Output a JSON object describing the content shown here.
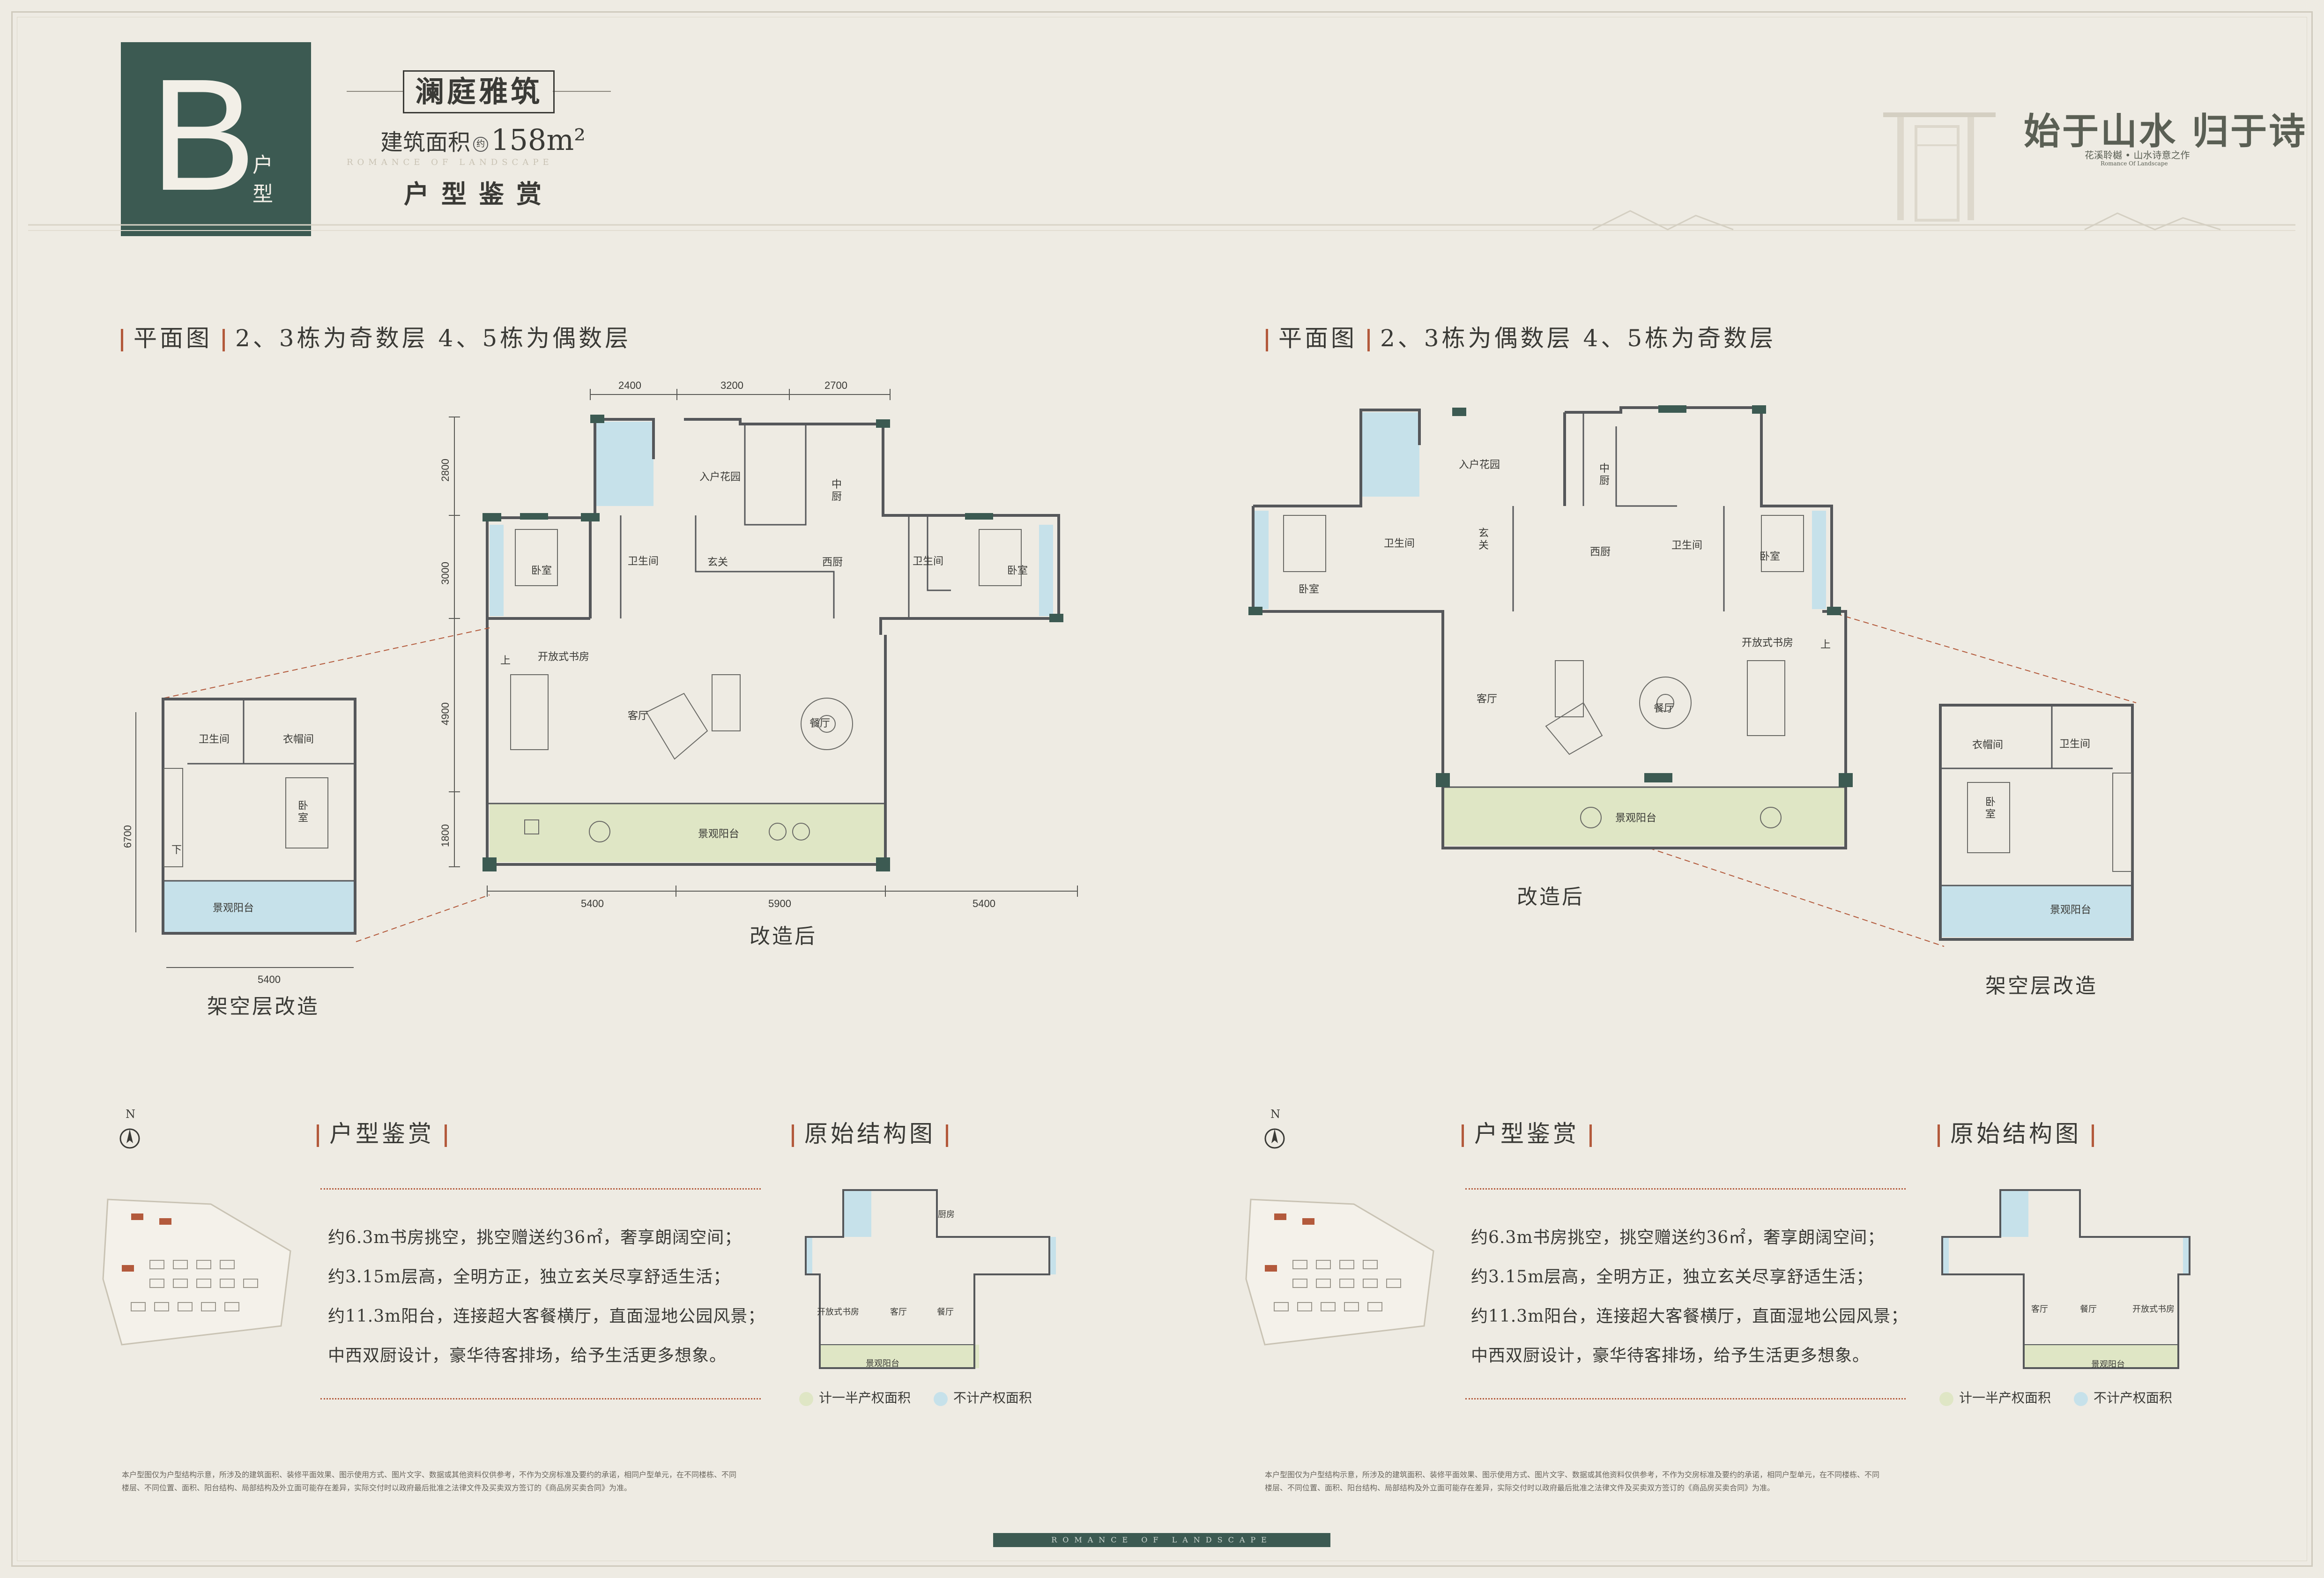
{
  "header": {
    "badge_letter": "B",
    "badge_sub": "户型",
    "title": "澜庭雅筑",
    "area_label": "建筑面积",
    "area_circle": "约",
    "area_value": "158m²",
    "en_sub": "ROMANCE OF LANDSCAPE",
    "subtitle": "户型鉴赏"
  },
  "brand": {
    "name": "始于山水 归于诗",
    "sub": "花溪聆樾 • 山水诗意之作",
    "en": "Romance Of Landscape"
  },
  "left": {
    "plan_heading_a": "平面图",
    "plan_heading_b": "2、3栋为奇数层  4、5栋为偶数层",
    "dims_top": [
      "2400",
      "3200",
      "2700"
    ],
    "dims_left": [
      "2800",
      "3000",
      "4900",
      "1800"
    ],
    "dims_bottom": [
      "5400",
      "5900",
      "5400"
    ],
    "dim_side_v": "6700",
    "dim_side_h": "5400",
    "rooms": {
      "garden": "入户花园",
      "kitchen_cn": "中厨",
      "bed1": "卧室",
      "bath1": "卫生间",
      "foyer": "玄关",
      "west_kitchen": "西厨",
      "bath2": "卫生间",
      "bed2": "卧室",
      "up": "上",
      "study": "开放式书房",
      "living": "客厅",
      "dining": "餐厅",
      "balcony": "景观阳台"
    },
    "side_rooms": {
      "bath": "卫生间",
      "closet": "衣帽间",
      "bed": "卧室",
      "down": "下",
      "balcony": "景观阳台"
    },
    "caption_main": "改造后",
    "caption_side": "架空层改造"
  },
  "right": {
    "plan_heading_a": "平面图",
    "plan_heading_b": "2、3栋为偶数层  4、5栋为奇数层",
    "rooms": {
      "garden": "入户花园",
      "kitchen_cn": "中厨",
      "bed1": "卧室",
      "bath1": "卫生间",
      "foyer": "玄关",
      "west_kitchen": "西厨",
      "bath2": "卫生间",
      "bed2": "卧室",
      "up": "上",
      "study": "开放式书房",
      "living": "客厅",
      "dining": "餐厅",
      "balcony": "景观阳台"
    },
    "side_rooms": {
      "bath": "卫生间",
      "closet": "衣帽间",
      "bed": "卧室",
      "balcony": "景观阳台"
    },
    "caption_main": "改造后",
    "caption_side": "架空层改造"
  },
  "appraisal": {
    "heading": "户型鉴赏",
    "lines": [
      "约6.3m书房挑空，挑空赠送约36㎡，奢享朗阔空间；",
      "约3.15m层高，全明方正，独立玄关尽享舒适生活；",
      "约11.3m阳台，连接超大客餐横厅，直面湿地公园风景；",
      "中西双厨设计，豪华待客排场，给予生活更多想象。"
    ]
  },
  "original": {
    "heading": "原始结构图",
    "left_rooms": {
      "kitchen": "厨房",
      "study": "开放式书房",
      "living": "客厅",
      "dining": "餐厅",
      "balcony": "景观阳台"
    },
    "right_rooms": {
      "living": "客厅",
      "dining": "餐厅",
      "study": "开放式书房",
      "balcony": "景观阳台"
    }
  },
  "compass": "N",
  "legend": {
    "in": "计一半产权面积",
    "out": "不计产权面积"
  },
  "disclaimer": "本户型图仅为户型结构示意，所涉及的建筑面积、装修平面效果、图示使用方式、图片文字、数据或其他资料仅供参考，不作为交房标准及要约的承诺，相同户型单元，在不同楼栋、不同楼层、不同位置、面积、阳台结构、局部结构及外立面可能存在差异，实际交付时以政府最后批准之法律文件及买卖双方签订的《商品房买卖合同》为准。",
  "footer_en": "ROMANCE OF LANDSCAPE",
  "colors": {
    "badge": "#3c5a52",
    "accent": "#b35a3c",
    "green_area": "#dfe6c5",
    "blue_area": "#c6e1ea",
    "background": "#eeebe3"
  }
}
